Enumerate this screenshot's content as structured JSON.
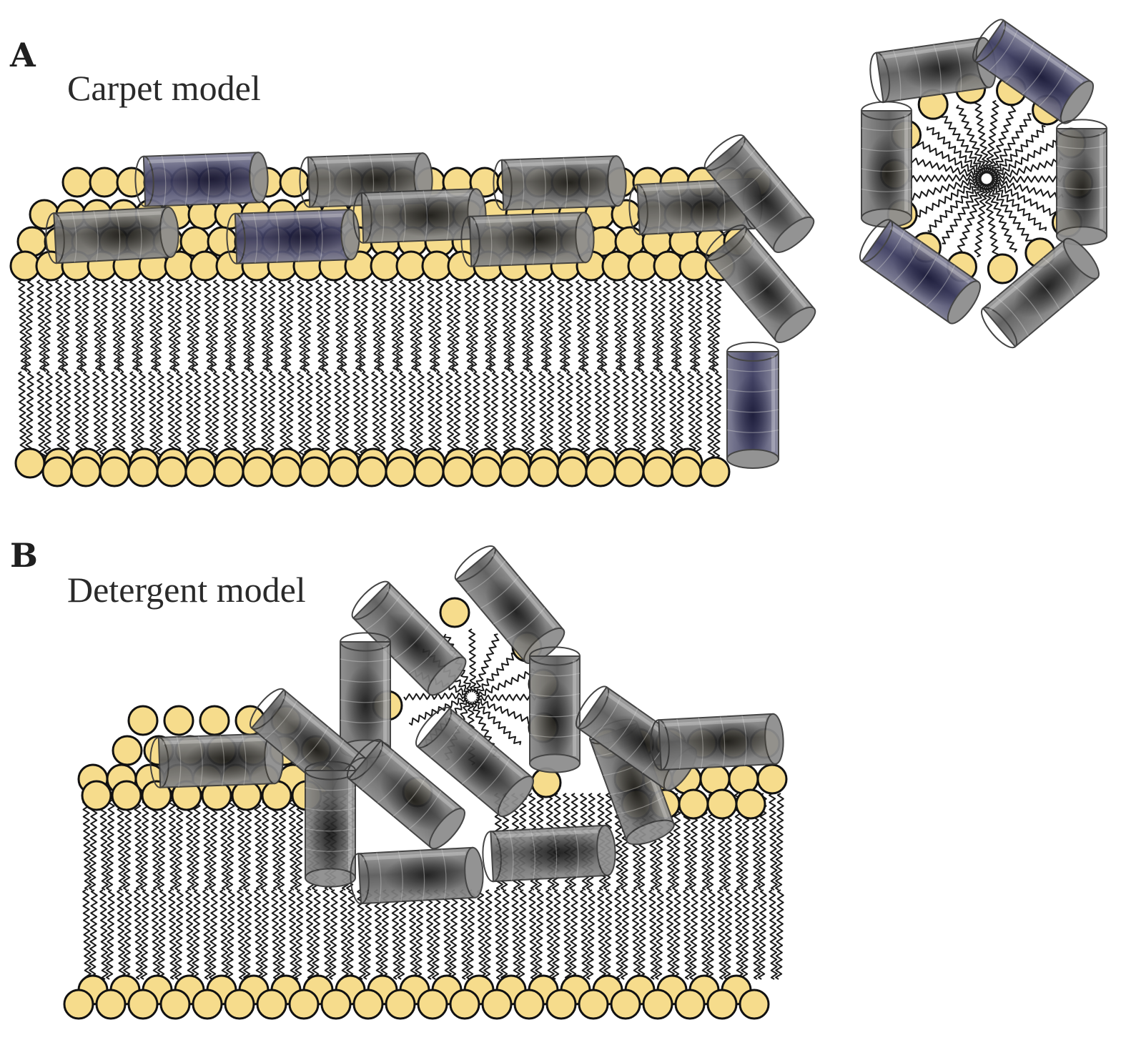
{
  "panels": [
    {
      "letter": "A",
      "title": "Carpet model"
    },
    {
      "letter": "B",
      "title": "Detergent model"
    }
  ],
  "colors": {
    "lipid_head": "#f6dc8c",
    "lipid_outline": "#111111",
    "lipid_tail": "#1a1a1a",
    "peptide_body": "#6f6f6f",
    "peptide_dark": "#151515",
    "peptide_blue": "#20204a"
  },
  "icons": [
    "lipid-head-icon",
    "lipid-tail-icon",
    "peptide-cylinder-icon",
    "micelle-icon"
  ]
}
